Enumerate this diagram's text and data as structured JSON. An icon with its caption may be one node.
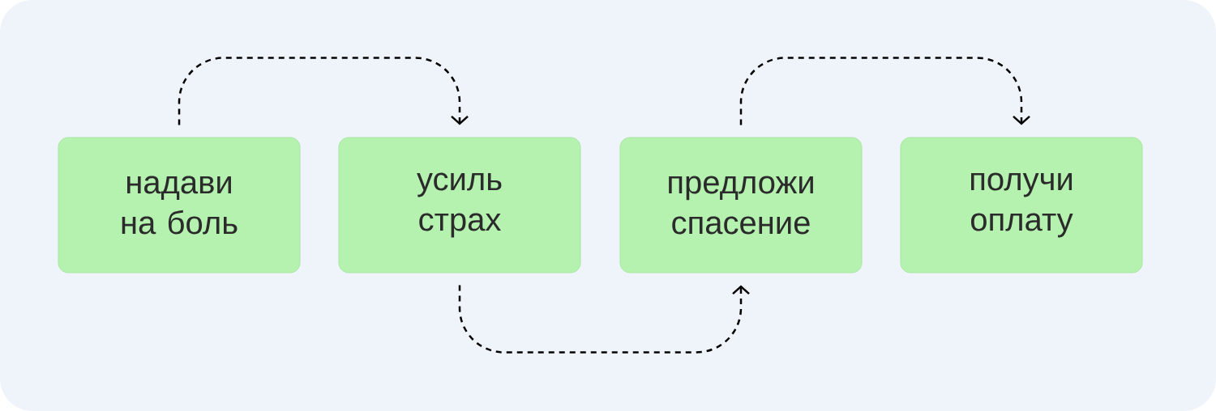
{
  "diagram": {
    "nodes": [
      {
        "text": [
          "надави на боль"
        ]
      },
      {
        "text": [
          "усиль страх"
        ]
      },
      {
        "text": [
          "предложи спасение"
        ]
      },
      {
        "text": [
          "получи оплату"
        ]
      }
    ],
    "edges": [
      {
        "from": 0,
        "to": 1,
        "arrow": "to",
        "style": "dashed"
      },
      {
        "from": 1,
        "to": 2,
        "arrow": "to",
        "style": "dashed"
      },
      {
        "from": 2,
        "to": 3,
        "arrow": "to",
        "style": "dashed"
      }
    ]
  }
}
